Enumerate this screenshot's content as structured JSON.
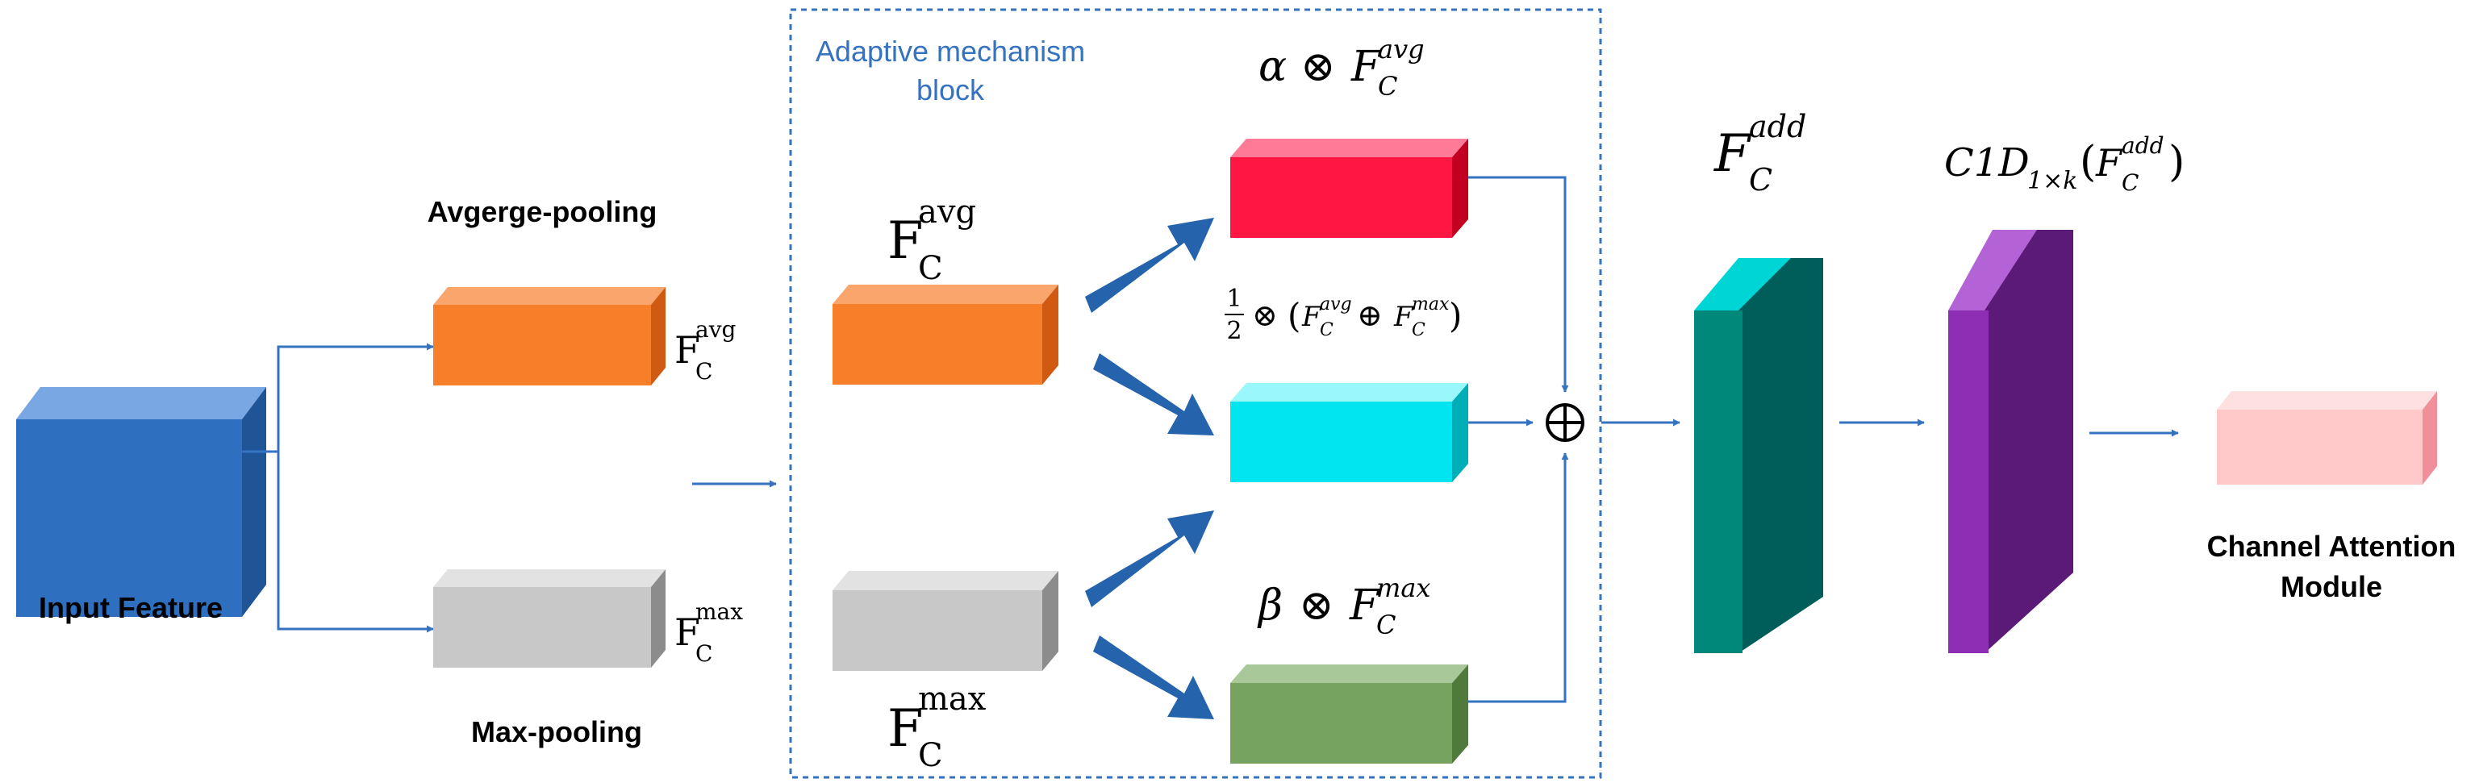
{
  "labels": {
    "input_feature": "Input Feature",
    "avg_pooling": "Avgerge-pooling",
    "max_pooling": "Max-pooling",
    "block_title_line1": "Adaptive mechanism",
    "block_title_line2": "block",
    "channel_attention_line1": "Channel Attention",
    "channel_attention_line2": "Module",
    "F": "F",
    "C": "C",
    "avg": "avg",
    "max": "max",
    "add": "add",
    "alpha": "α",
    "beta": "β",
    "otimes": "⊗",
    "oplus": "⊕",
    "half_num": "1",
    "half_den": "2",
    "lparen": "(",
    "rparen": ")",
    "conv_prefix": "C1D",
    "conv_sub": "1×k"
  },
  "colors": {
    "input": "#2E6FC0",
    "avg_pool": "#F87F2A",
    "max_pool": "#C8C8C8",
    "alpha_branch": "#FF1744",
    "mean_branch": "#00E5F0",
    "beta_branch": "#76A35F",
    "add_block": "#00897B",
    "conv_block": "#8E2EB5",
    "output": "#FFC9C9",
    "arrow": "#3573C0",
    "block_border": "#3573C0",
    "block_title": "#3573C0"
  }
}
